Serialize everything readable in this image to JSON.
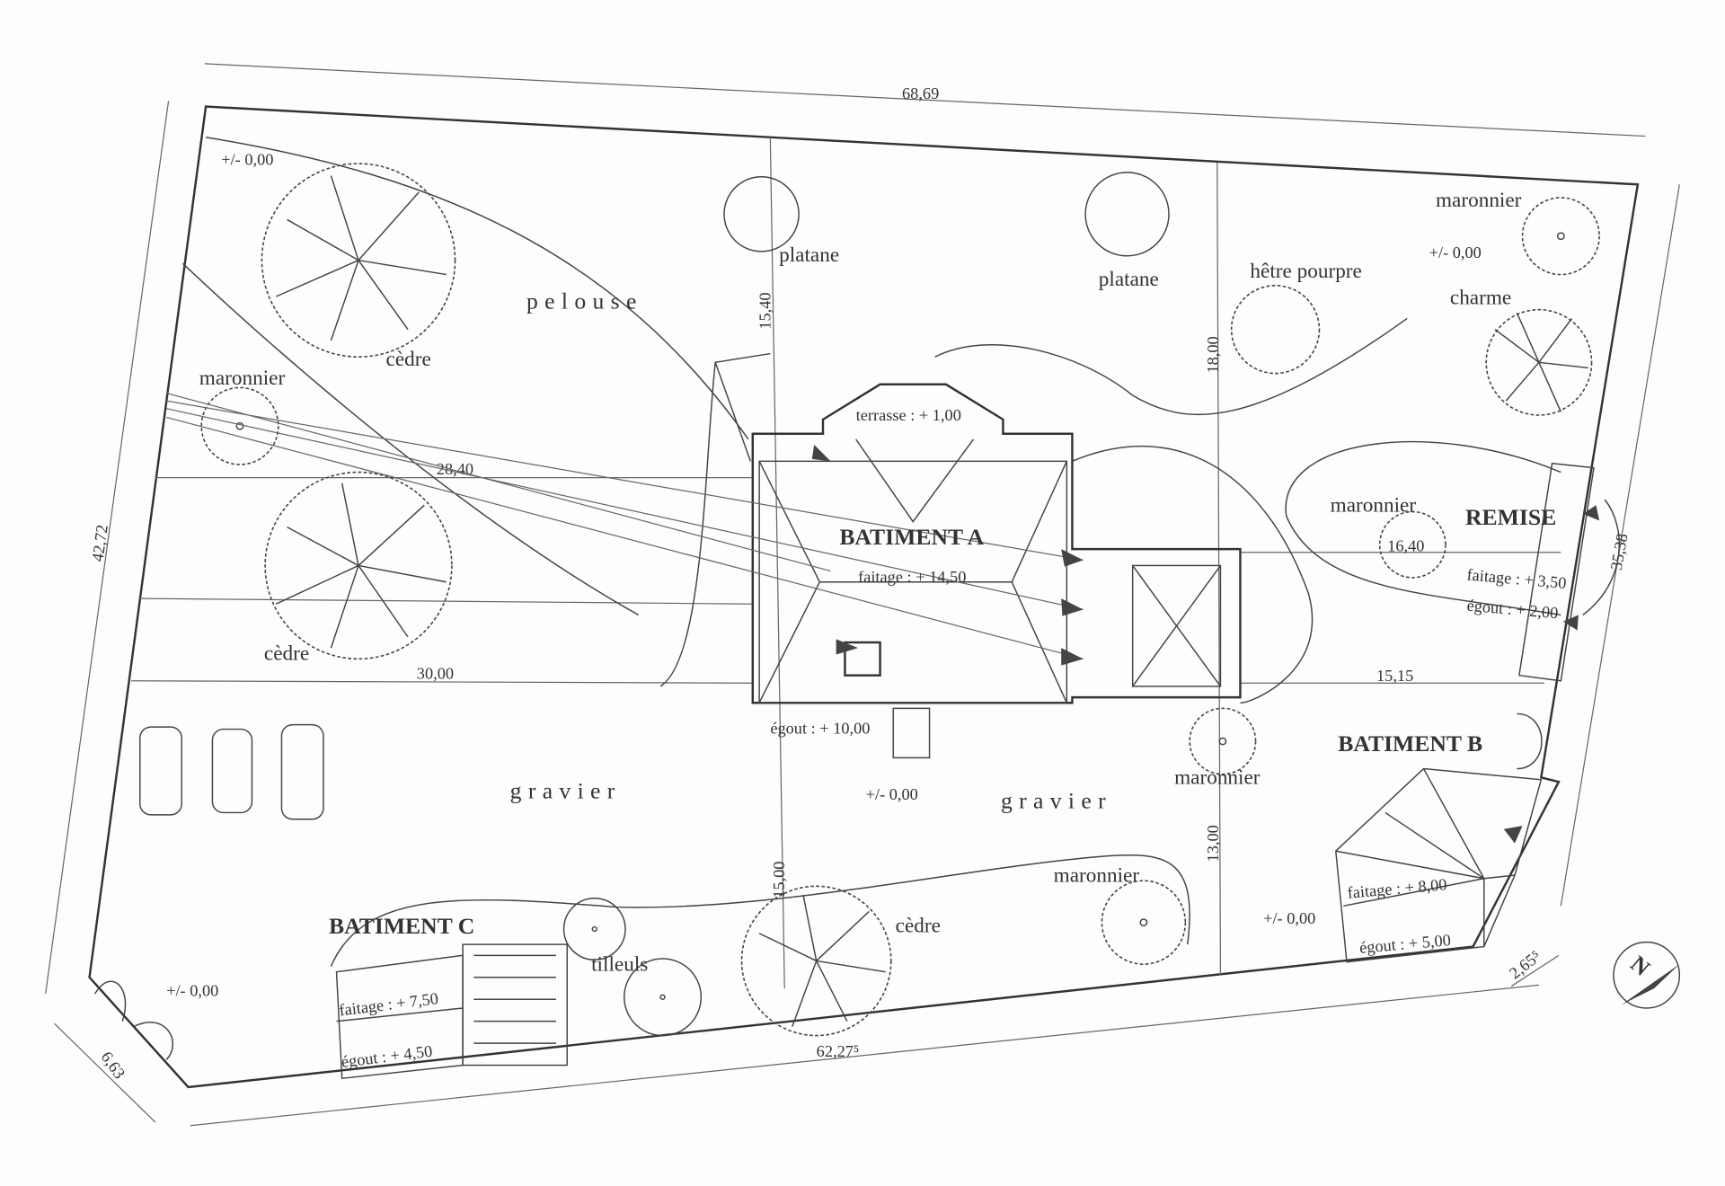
{
  "dimensions": {
    "top": "68,69",
    "left": "42,72",
    "right": "35,38",
    "bottom": "62,27⁵",
    "bottom_left_corner": "6,63",
    "bottom_right_corner": "2,65⁵",
    "d_15_40": "15,40",
    "d_18_00": "18,00",
    "d_13_00": "13,00",
    "d_15_00": "15,00",
    "d_28_40": "28,40",
    "d_30_00": "30,00",
    "d_16_40": "16,40",
    "d_15_15": "15,15"
  },
  "levels": {
    "top_left": "+/- 0,00",
    "top_right": "+/- 0,00",
    "center": "+/- 0,00",
    "bottom_right": "+/- 0,00",
    "bottom_left": "+/- 0,00"
  },
  "areas": {
    "lawn": "pelouse",
    "gravel_left": "gravier",
    "gravel_right": "gravier"
  },
  "trees": {
    "cedre_1": "cèdre",
    "cedre_2": "cèdre",
    "cedre_3": "cèdre",
    "platane_1": "platane",
    "platane_2": "platane",
    "hetre": "hêtre pourpre",
    "maronnier_1": "maronnier",
    "maronnier_2": "maronnier",
    "maronnier_3": "maronnier",
    "maronnier_4": "maronnier",
    "maronnier_5": "maronnier",
    "charme": "charme",
    "tilleuls": "tilleuls"
  },
  "buildings": {
    "a": {
      "name": "BATIMENT A",
      "terrasse": "terrasse : + 1,00",
      "faitage": "faitage : + 14,50",
      "egout": "égout : + 10,00"
    },
    "b": {
      "name": "BATIMENT B",
      "faitage": "faitage : + 8,00",
      "egout": "égout : + 5,00"
    },
    "c": {
      "name": "BATIMENT C",
      "faitage": "faitage : + 7,50",
      "egout": "égout : + 4,50"
    },
    "remise": {
      "name": "REMISE",
      "faitage": "faitage : + 3,50",
      "egout": "égout : + 2,00"
    }
  },
  "compass": {
    "label": "N"
  }
}
